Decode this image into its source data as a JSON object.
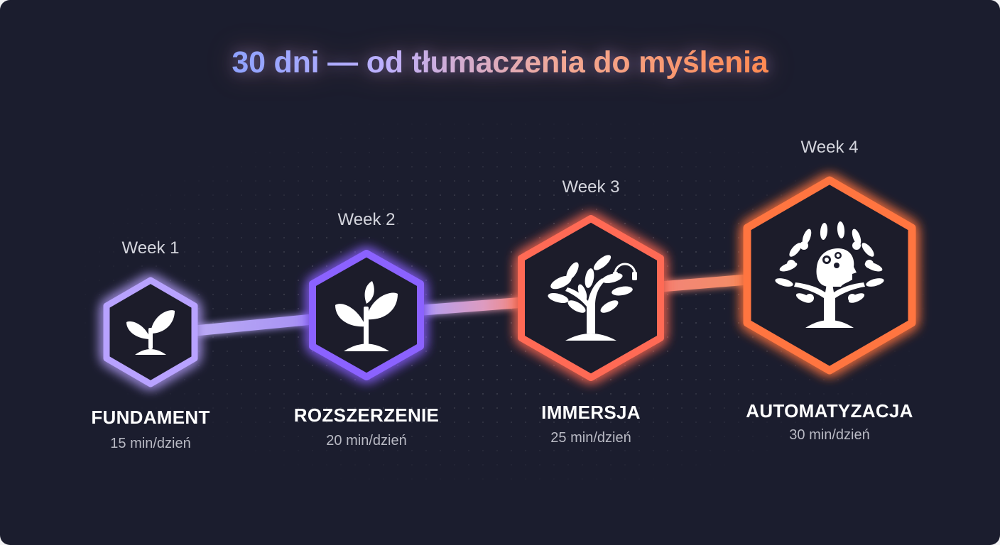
{
  "title": "30 dni — od tłumaczenia do myślenia",
  "colors": {
    "background": "#1b1d2e",
    "purple_light": "#b8a2ff",
    "purple": "#8b62ff",
    "coral": "#ff6a55",
    "orange": "#ff7440"
  },
  "stages": [
    {
      "week": "Week 1",
      "name": "FUNDAMENT",
      "duration": "15 min/dzień",
      "icon": "seedling-icon"
    },
    {
      "week": "Week 2",
      "name": "ROZSZERZENIE",
      "duration": "20 min/dzień",
      "icon": "sprout-icon"
    },
    {
      "week": "Week 3",
      "name": "IMMERSJA",
      "duration": "25 min/dzień",
      "icon": "tree-headphones-icon"
    },
    {
      "week": "Week 4",
      "name": "AUTOMATYZACJA",
      "duration": "30 min/dzień",
      "icon": "tree-head-gears-icon"
    }
  ]
}
